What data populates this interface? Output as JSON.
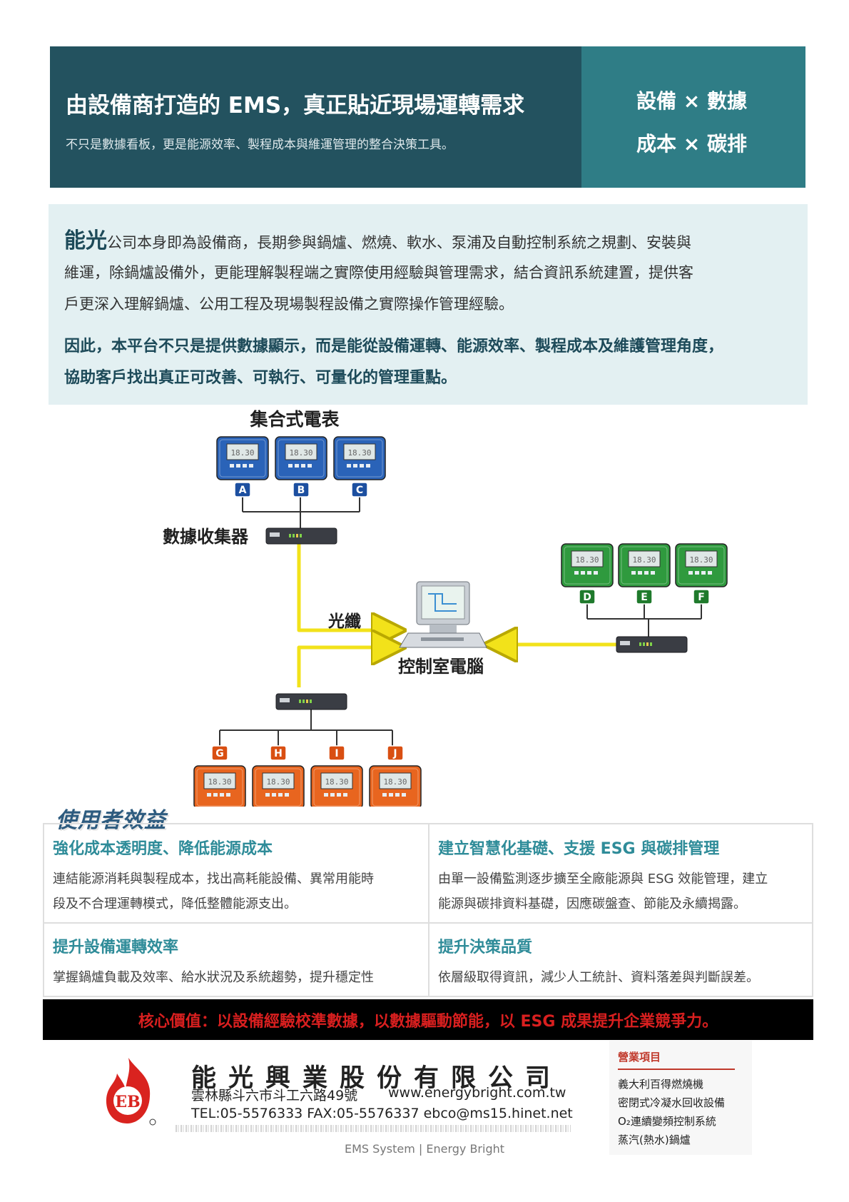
{
  "header": {
    "title": "由設備商打造的 EMS，真正貼近現場運轉需求",
    "subtitle": "不只是數據看板，更是能源效率、製程成本與維運管理的整合決策工具。",
    "tag_1": "設備 × 數據",
    "tag_2": "成本 × 碳排"
  },
  "intro": {
    "brand": "能光",
    "line_1": "公司本身即為設備商，長期參與鍋爐、燃燒、軟水、泵浦及自動控制系統之規劃、安裝與",
    "line_2": "維運，除鍋爐設備外，更能理解製程端之實際使用經驗與管理需求，結合資訊系統建置，提供客",
    "line_3": "戶更深入理解鍋爐、公用工程及現場製程設備之實際操作管理經驗。",
    "bold_1": "因此，本平台不只是提供數據顯示，而是能從設備運轉、能源效率、製程成本及維護管理角度，",
    "bold_2": "協助客戶找出真正可改善、可執行、可量化的管理重點。"
  },
  "diagram": {
    "meters_label": "集合式電表",
    "collector_label": "數據收集器",
    "fiber_label": "光纖",
    "pc_label": "控制室電腦",
    "meter_display": "18.30",
    "blue_meters": [
      "A",
      "B",
      "C"
    ],
    "green_meters": [
      "D",
      "E",
      "F"
    ],
    "orange_meters": [
      "G",
      "H",
      "I",
      "J"
    ],
    "colors": {
      "blue": "#2a63b8",
      "green": "#2f9a3e",
      "orange": "#e8651f",
      "fiber": "#f2e21a"
    }
  },
  "benefits": {
    "section_title": "使用者效益",
    "items": [
      {
        "title": "強化成本透明度、降低能源成本",
        "line_1": "連結能源消耗與製程成本，找出高耗能設備、異常用能時",
        "line_2": "段及不合理運轉模式，降低整體能源支出。"
      },
      {
        "title": "建立智慧化基礎、支援 ESG 與碳排管理",
        "line_1": "由單一設備監測逐步擴至全廠能源與 ESG 效能管理，建立",
        "line_2": "能源與碳排資料基礎，因應碳盤查、節能及永續揭露。"
      },
      {
        "title": "提升設備運轉效率",
        "line_1": "掌握鍋爐負載及效率、給水狀況及系統趨勢，提升穩定性"
      },
      {
        "title": "提升決策品質",
        "line_1": "依層級取得資訊，減少人工統計、資料落差與判斷誤差。"
      }
    ]
  },
  "core_value": "核心價值：以設備經驗校準數據，以數據驅動節能，以 ESG 成果提升企業競爭力。",
  "footer": {
    "company": "能光興業股份有限公司",
    "address": "雲林縣斗六市斗工六路49號",
    "website": "www.energybright.com.tw",
    "contact": "TEL:05-5576333 FAX:05-5576337 ebco@ms15.hinet.net",
    "logo_text": "EB",
    "business_title": "營業項目",
    "business_items": [
      "義大利百得燃燒機",
      "密閉式冷凝水回收設備",
      "O₂連續變頻控制系統",
      "蒸汽(熱水)鍋爐"
    ],
    "note": "EMS System | Energy Bright"
  }
}
